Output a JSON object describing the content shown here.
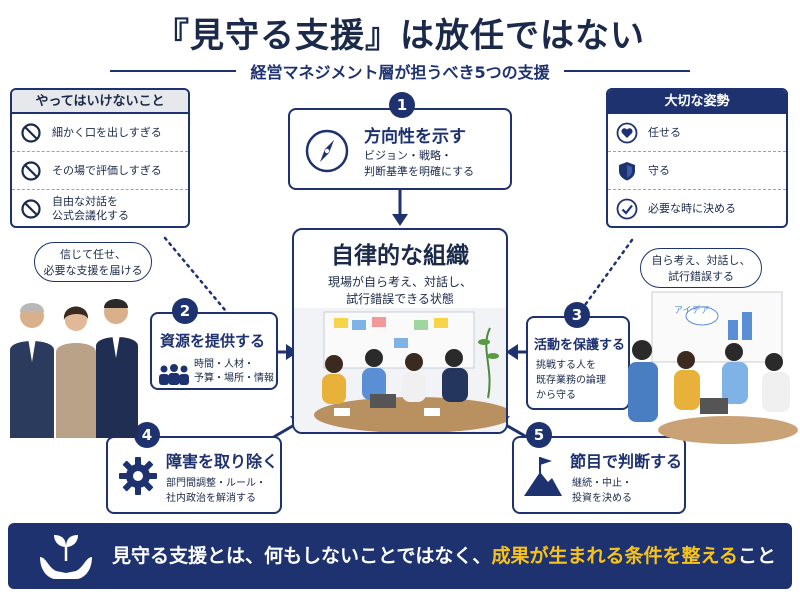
{
  "title": "『見守る支援』は放任ではない",
  "subtitle": "経営マネジメント層が担うべき5つの支援",
  "donts": {
    "header": "やってはいけないこと",
    "items": [
      {
        "icon": "prohibited-icon",
        "line1": "細かく口を出しすぎる",
        "line2": ""
      },
      {
        "icon": "prohibited-icon",
        "line1": "その場で評価しすぎる",
        "line2": ""
      },
      {
        "icon": "prohibited-icon",
        "line1": "自由な対話を",
        "line2": "公式会議化する"
      }
    ]
  },
  "attitude": {
    "header": "大切な姿勢",
    "items": [
      {
        "icon": "heart-icon",
        "label": "任せる"
      },
      {
        "icon": "shield-icon",
        "label": "守る"
      },
      {
        "icon": "check-circle-icon",
        "label": "必要な時に決める"
      }
    ]
  },
  "steps": [
    {
      "num": "1",
      "title": "方向性を示す",
      "line1": "ビジョン・戦略・",
      "line2": "判断基準を明確にする",
      "line3": "",
      "icon": "compass-icon"
    },
    {
      "num": "2",
      "title": "資源を提供する",
      "line1": "時間・人材・",
      "line2": "予算・場所・情報",
      "line3": "",
      "icon": "people-icon"
    },
    {
      "num": "3",
      "title": "活動を保護する",
      "line1": "挑戦する人を",
      "line2": "既存業務の論理",
      "line3": "から守る",
      "icon": ""
    },
    {
      "num": "4",
      "title": "障害を取り除く",
      "line1": "部門間調整・ルール・",
      "line2": "社内政治を解消する",
      "line3": "",
      "icon": "gear-icon"
    },
    {
      "num": "5",
      "title": "節目で判断する",
      "line1": "継続・中止・",
      "line2": "投資を決める",
      "line3": "",
      "icon": "flag-summit-icon"
    }
  ],
  "center": {
    "title": "自律的な組織",
    "line1": "現場が自ら考え、対話し、",
    "line2": "試行錯誤できる状態"
  },
  "bubbles": {
    "left_line1": "信じて任せ、",
    "left_line2": "必要な支援を届ける",
    "right_line1": "自ら考え、対話し、",
    "right_line2": "試行錯誤する",
    "whiteboard_note": "アイデア"
  },
  "footer": {
    "icon": "hands-sprout-icon",
    "text_a": "見守る支援とは、何もしないことではなく、",
    "text_b": "成果が生まれる条件を整える",
    "text_c": "こと"
  },
  "colors": {
    "navy": "#1e3270",
    "accent": "#f7c31b",
    "panel_gray": "#e6e8ec"
  }
}
